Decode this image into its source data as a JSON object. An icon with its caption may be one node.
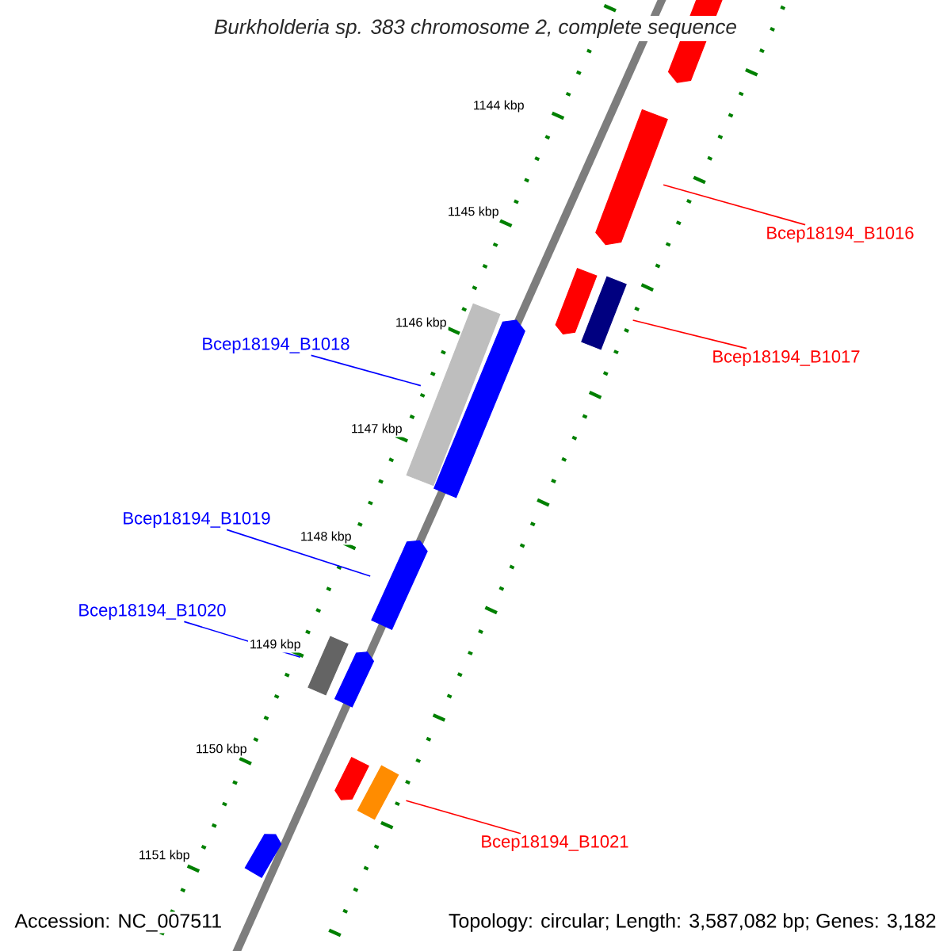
{
  "diagram": {
    "title": "Burkholderia sp. 383 chromosome 2, complete sequence",
    "nodes": [
      {
        "text": [
          "Bcep18194_B1016"
        ]
      },
      {
        "text": [
          "Bcep18194_B1017"
        ]
      },
      {
        "text": [
          "Bcep18194_B1018"
        ]
      },
      {
        "text": [
          "Bcep18194_B1019"
        ]
      },
      {
        "text": [
          "Bcep18194_B1020"
        ]
      },
      {
        "text": [
          "Bcep18194_B1021"
        ]
      },
      {
        "text": [],
        "shape": "arrow"
      },
      {
        "text": [],
        "shape": "arrow"
      },
      {
        "text": [],
        "shape": "arrow"
      },
      {
        "text": [],
        "shape": "box"
      },
      {
        "text": [],
        "shape": "box"
      },
      {
        "text": [],
        "shape": "arrow"
      },
      {
        "text": [],
        "shape": "arrow"
      },
      {
        "text": [],
        "shape": "box"
      },
      {
        "text": [],
        "shape": "arrow"
      },
      {
        "text": [],
        "shape": "arrow"
      },
      {
        "text": [],
        "shape": "box"
      },
      {
        "text": [],
        "shape": "arrow"
      }
    ],
    "edges": [
      {
        "from": 0,
        "to": 7,
        "arrow": "none",
        "color": "#ff0000"
      },
      {
        "from": 1,
        "to": 9,
        "arrow": "none",
        "color": "#ff0000"
      },
      {
        "from": 2,
        "to": 10,
        "arrow": "none",
        "color": "#0000ff"
      },
      {
        "from": 3,
        "to": 12,
        "arrow": "none",
        "color": "#0000ff"
      },
      {
        "from": 4,
        "to": 13,
        "arrow": "none",
        "color": "#0000ff"
      },
      {
        "from": 5,
        "to": 16,
        "arrow": "none",
        "color": "#ff0000"
      }
    ],
    "labels": [
      "1144 kbp",
      "1145 kbp",
      "1146 kbp",
      "1147 kbp",
      "1148 kbp",
      "1149 kbp",
      "1150 kbp",
      "1151 kbp",
      "Accession: NC_007511",
      "Topology: circular; Length: 3,587,082 bp; Genes: 3,182"
    ]
  }
}
